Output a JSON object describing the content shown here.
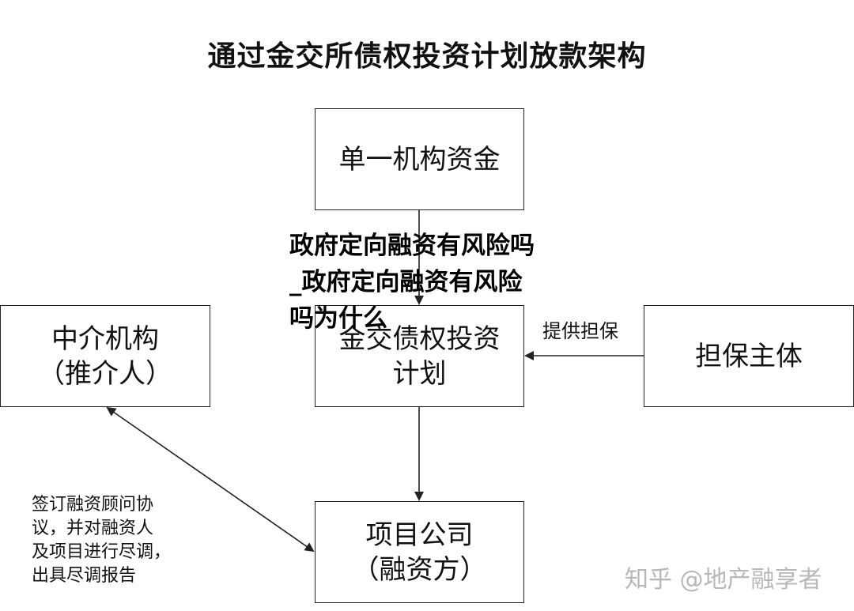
{
  "title": "通过金交所债权投资计划放款架构",
  "boxes": {
    "single": {
      "line1": "单一机构资金"
    },
    "plan": {
      "line1": "金交债权投资",
      "line2": "计划"
    },
    "agency": {
      "line1": "中介机构",
      "line2": "（推介人）"
    },
    "guarantor": {
      "line1": "担保主体"
    },
    "project": {
      "line1": "项目公司",
      "line2": "（融资方）"
    }
  },
  "labels": {
    "guarantee": "提供担保",
    "sign_lines": [
      "签订融资顾问协",
      "议，并对融资人",
      "及项目进行尽调，",
      "出具尽调报告"
    ]
  },
  "overlay": {
    "lines": [
      "政府定向融资有风险吗",
      "_政府定向融资有风险",
      "吗为什么"
    ]
  },
  "watermark": "知乎 @地产融享者",
  "colors": {
    "line": "#222222",
    "text": "#111111",
    "watermark": "#b8b8b8"
  }
}
